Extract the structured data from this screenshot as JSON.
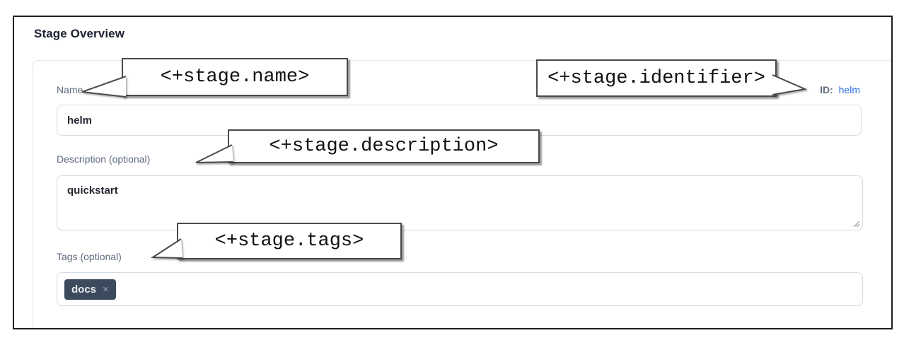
{
  "page": {
    "title": "Stage Overview"
  },
  "form": {
    "name": {
      "label": "Name",
      "value": "helm"
    },
    "identifier": {
      "label": "ID:",
      "value": "helm"
    },
    "description": {
      "label": "Description (optional)",
      "value": "quickstart"
    },
    "tags": {
      "label": "Tags (optional)",
      "items": [
        {
          "text": "docs",
          "remove_label": "×"
        }
      ]
    }
  },
  "annotations": {
    "name_expression": "<+stage.name>",
    "identifier_expression": "<+stage.identifier>",
    "description_expression": "<+stage.description>",
    "tags_expression": "<+stage.tags>"
  },
  "colors": {
    "link_blue": "#2a6fe0",
    "tag_chip_background": "#3b4a5c",
    "callout_border": "#4a4a4a",
    "label_gray": "#5f6b7d"
  }
}
